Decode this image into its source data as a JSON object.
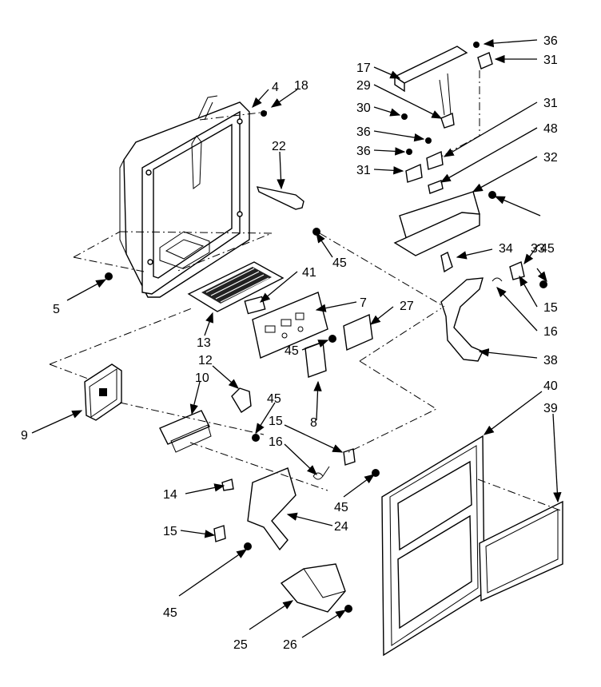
{
  "labels": {
    "l36a": "36",
    "l31a": "31",
    "l17": "17",
    "l29": "29",
    "l30": "30",
    "l31b": "31",
    "l36b": "36",
    "l36c": "36",
    "l48": "48",
    "l31c": "31",
    "l32": "32",
    "l4": "4",
    "l18": "18",
    "l22": "22",
    "l45a": "45",
    "l5": "5",
    "l41": "41",
    "l7": "7",
    "l13": "13",
    "l27": "27",
    "l45b": "45",
    "l34": "34",
    "l33": "33",
    "l45c": "45",
    "l15a": "15",
    "l16a": "16",
    "l38": "38",
    "l12": "12",
    "l10": "10",
    "l9": "9",
    "l8": "8",
    "l45d": "45",
    "l15b": "15",
    "l16b": "16",
    "l40": "40",
    "l39": "39",
    "l14": "14",
    "l45e": "45",
    "l24": "24",
    "l15c": "15",
    "l45f": "45",
    "l25": "25",
    "l26": "26"
  }
}
